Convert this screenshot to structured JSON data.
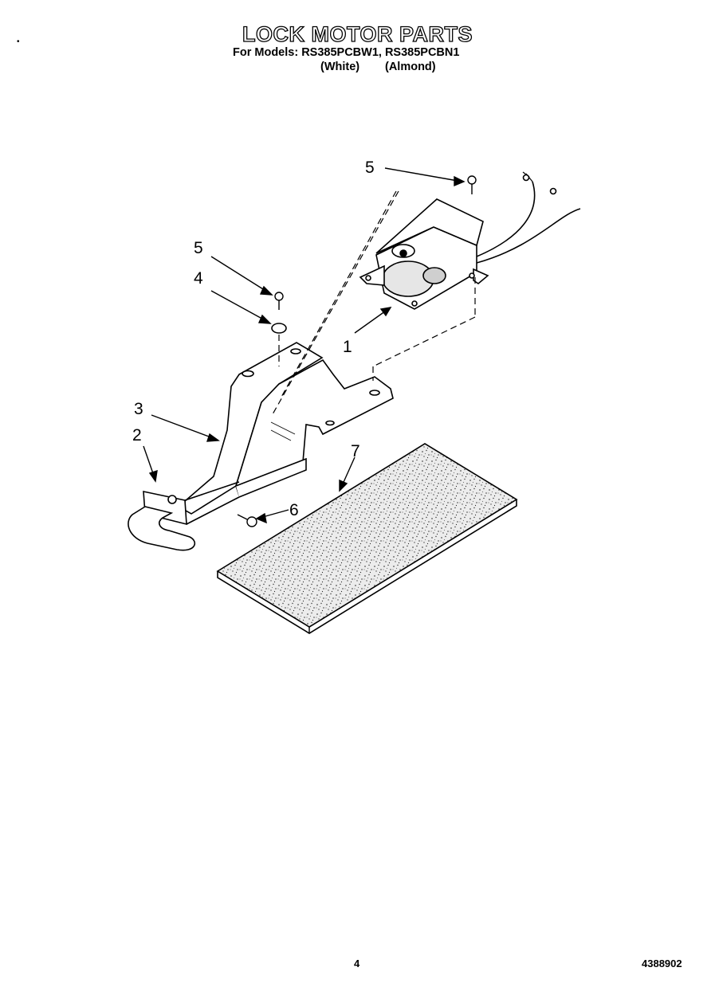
{
  "header": {
    "title": "LOCK MOTOR PARTS",
    "models_line": "For Models: RS385PCBW1, RS385PCBN1",
    "color_white": "(White)",
    "color_almond": "(Almond)"
  },
  "callouts": {
    "c1": "1",
    "c2": "2",
    "c3": "3",
    "c4": "4",
    "c5_upper": "5",
    "c5_lower": "5",
    "c6": "6",
    "c7": "7"
  },
  "footer": {
    "page_number": "4",
    "document_number": "4388902"
  }
}
